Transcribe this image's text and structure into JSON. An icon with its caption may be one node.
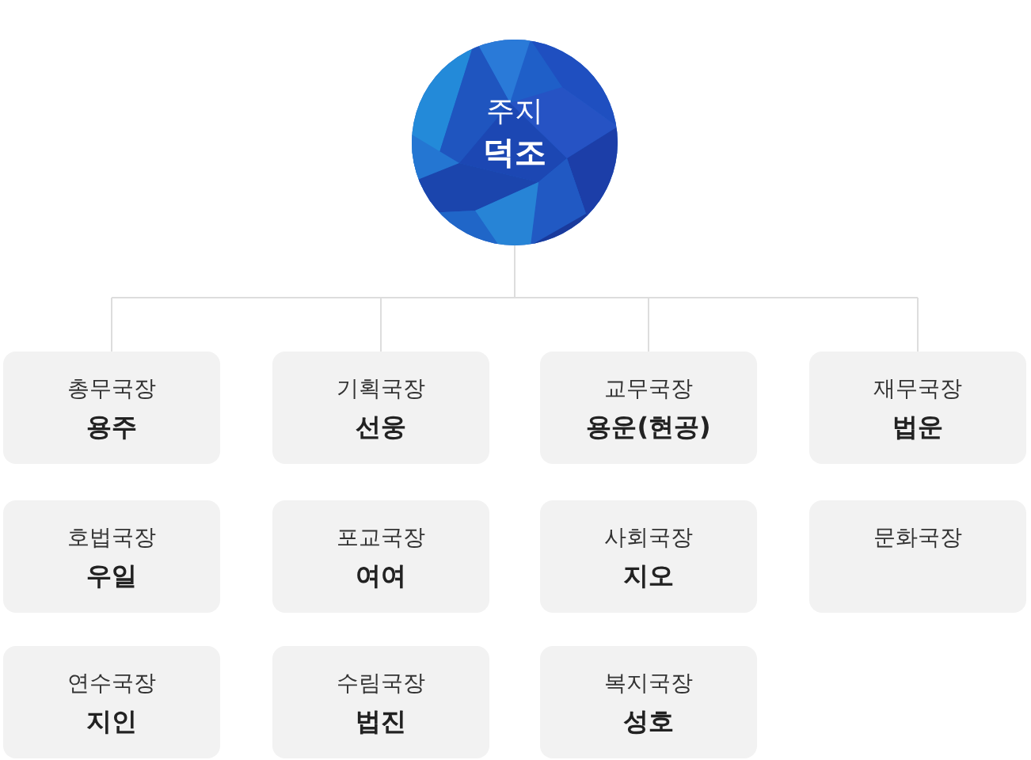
{
  "diagram": {
    "nodes": [
      {
        "text": [
          "주지",
          "덕조"
        ]
      },
      {
        "text": [
          "총무국장",
          "용주"
        ]
      },
      {
        "text": [
          "기획국장",
          "선웅"
        ]
      },
      {
        "text": [
          "교무국장",
          "용운(현공)"
        ]
      },
      {
        "text": [
          "재무국장",
          "법운"
        ]
      },
      {
        "text": [
          "호법국장",
          "우일"
        ]
      },
      {
        "text": [
          "포교국장",
          "여여"
        ]
      },
      {
        "text": [
          "사회국장",
          "지오"
        ]
      },
      {
        "text": [
          "문화국장"
        ]
      },
      {
        "text": [
          "연수국장",
          "지인"
        ]
      },
      {
        "text": [
          "수림국장",
          "법진"
        ]
      },
      {
        "text": [
          "복지국장",
          "성호"
        ]
      }
    ],
    "edges": [
      {
        "from": 0,
        "to": 1,
        "arrow": "none"
      },
      {
        "from": 0,
        "to": 2,
        "arrow": "none"
      },
      {
        "from": 0,
        "to": 3,
        "arrow": "none"
      },
      {
        "from": 0,
        "to": 4,
        "arrow": "none"
      }
    ]
  }
}
